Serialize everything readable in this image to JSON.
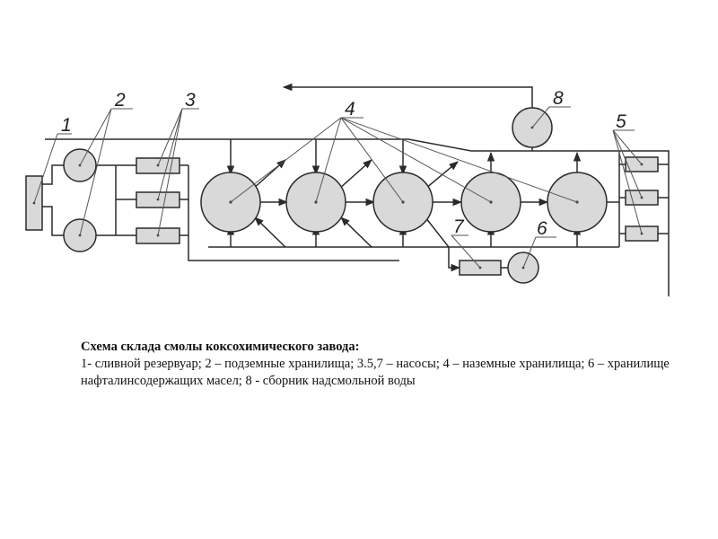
{
  "diagram": {
    "labels": {
      "n1": "1",
      "n2": "2",
      "n3": "3",
      "n4": "4",
      "n5": "5",
      "n6": "6",
      "n7": "7",
      "n8": "8"
    },
    "colors": {
      "fill": "#d9d9d9",
      "stroke": "#2a2a2a",
      "leader": "#555555"
    }
  },
  "caption": {
    "title": "Схема склада смолы коксохимического завода:",
    "legend": "1- сливной резервуар; 2 – подземные хранилища; 3.5,7 – насосы; 4 – наземные хранилища; 6 – хранилище нафталинсодержащих масел; 8 - сборник надсмольной воды"
  }
}
